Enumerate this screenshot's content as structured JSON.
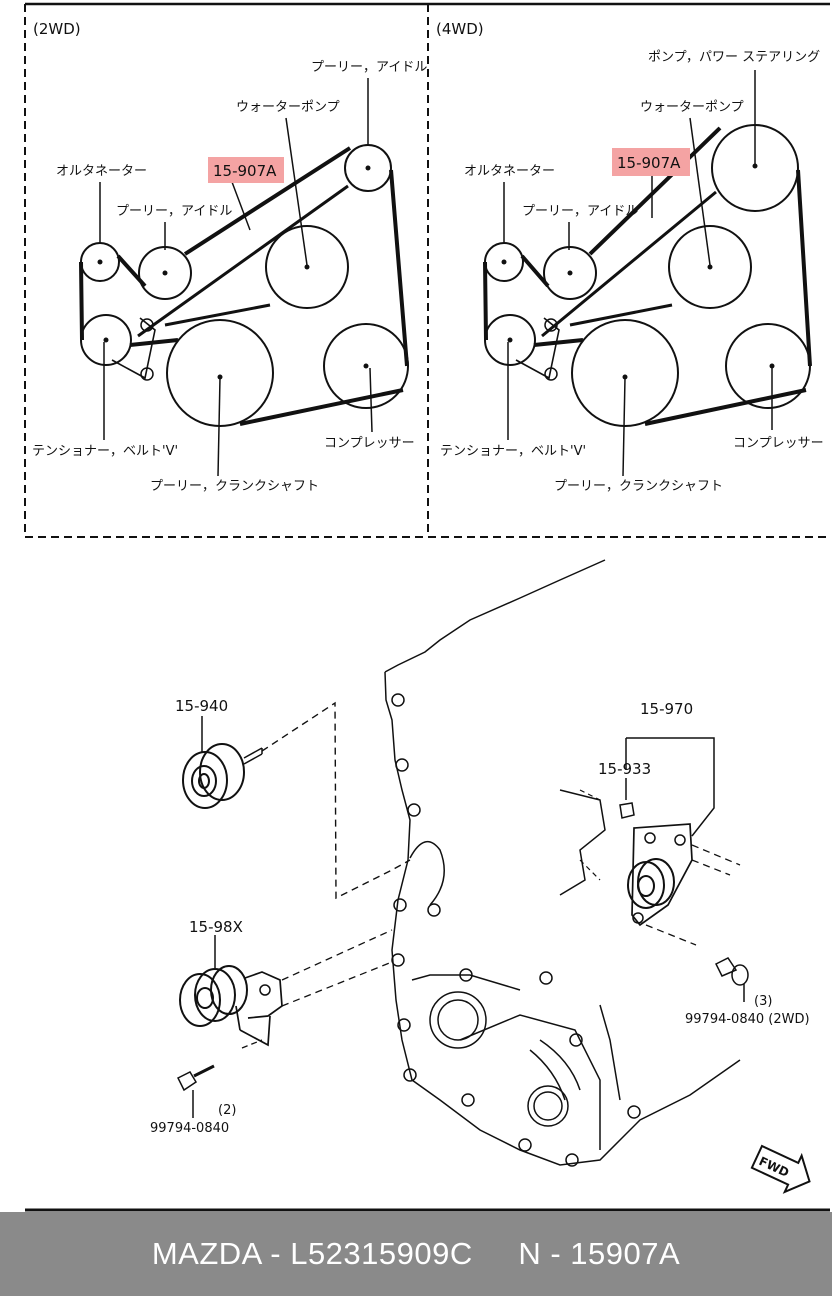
{
  "sections": {
    "left": "(2WD)",
    "right": "(4WD)"
  },
  "labels_2wd": {
    "idler_top": "プーリー，アイドル",
    "water_pump": "ウォーターポンプ",
    "alternator": "オルタネーター",
    "idler_mid": "プーリー，アイドル",
    "part_highlight": "15-907A",
    "tensioner": "テンショナー，ベルト'V'",
    "compressor": "コンプレッサー",
    "crankshaft": "プーリー，クランクシャフト"
  },
  "labels_4wd": {
    "power_steering": "ポンプ，パワー ステアリング",
    "water_pump": "ウォーターポンプ",
    "alternator": "オルタネーター",
    "idler_mid": "プーリー，アイドル",
    "part_highlight": "15-907A",
    "tensioner": "テンショナー，ベルト'V'",
    "compressor": "コンプレッサー",
    "crankshaft": "プーリー，クランクシャフト"
  },
  "parts": {
    "p15940": "15-940",
    "p15970": "15-970",
    "p15933": "15-933",
    "p1598x": "15-98X",
    "bolt_left_qty": "(2)",
    "bolt_left": "99794-0840",
    "bolt_right_qty": "(3)",
    "bolt_right": "99794-0840 (2WD)",
    "fwd": "FWD"
  },
  "footer": {
    "text": "MAZDA - L52315909C     N - 15907A"
  },
  "colors": {
    "footer_bg": "#8a8a8a",
    "highlight": "#f4a3a3",
    "line": "#111111"
  }
}
